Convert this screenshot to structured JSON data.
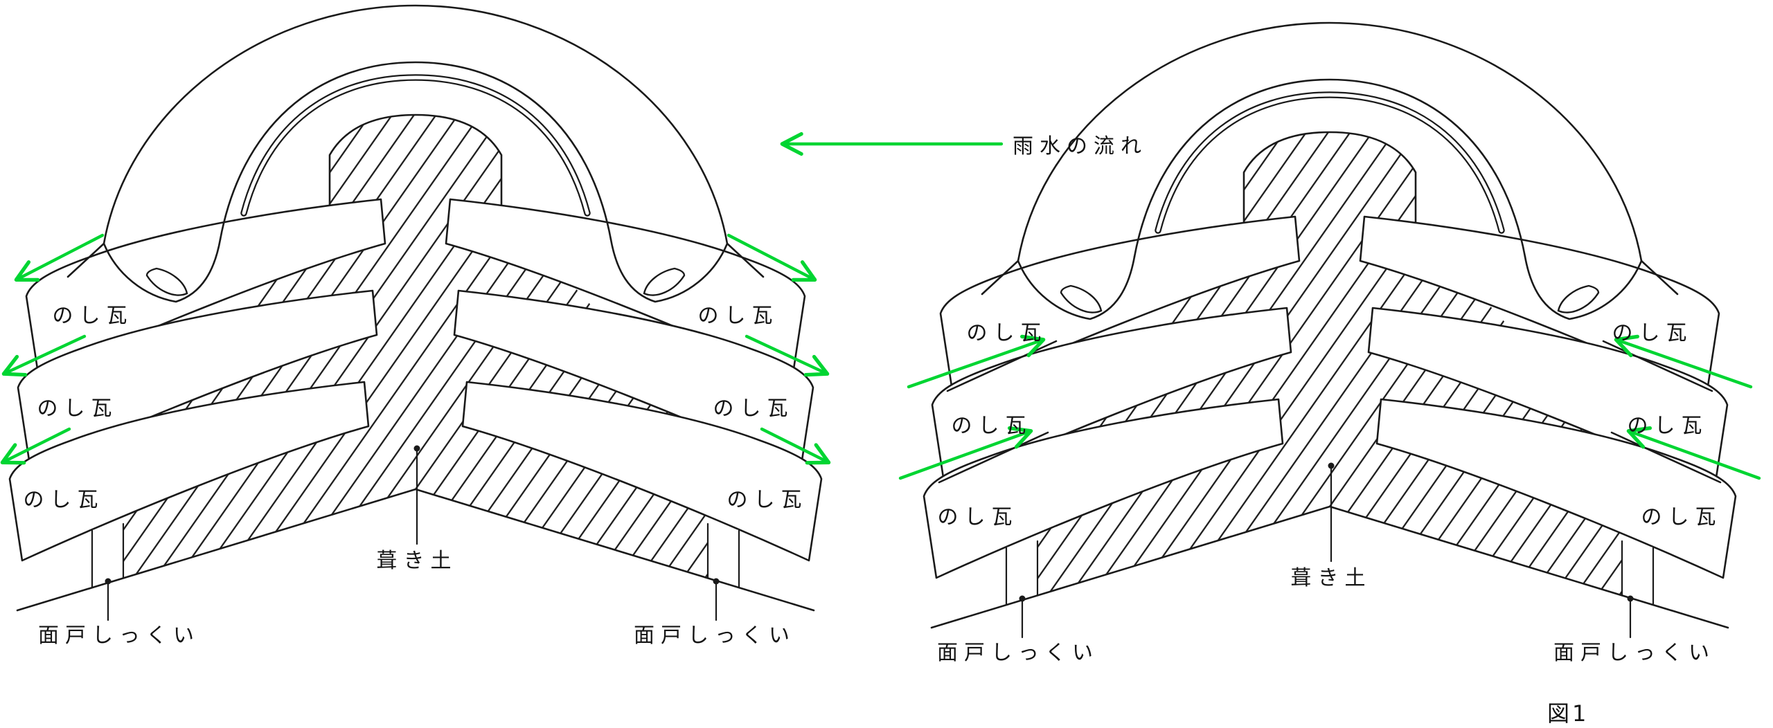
{
  "colors": {
    "ink": "#1a1a1a",
    "flow_green": "#00d532",
    "paper": "#ffffff"
  },
  "legend": {
    "flow_label": "雨水の流れ"
  },
  "figure_caption": "図1",
  "diagrams": {
    "left": {
      "noshi_left": [
        "のし瓦",
        "のし瓦",
        "のし瓦"
      ],
      "noshi_right": [
        "のし瓦",
        "のし瓦",
        "のし瓦"
      ],
      "clay_label": "葺き土",
      "mendo_left": "面戸しっくい",
      "mendo_right": "面戸しっくい"
    },
    "right": {
      "noshi_left": [
        "のし瓦",
        "のし瓦",
        "のし瓦"
      ],
      "noshi_right": [
        "のし瓦",
        "のし瓦",
        "のし瓦"
      ],
      "clay_label": "葺き土",
      "mendo_left": "面戸しっくい",
      "mendo_right": "面戸しっくい"
    }
  }
}
